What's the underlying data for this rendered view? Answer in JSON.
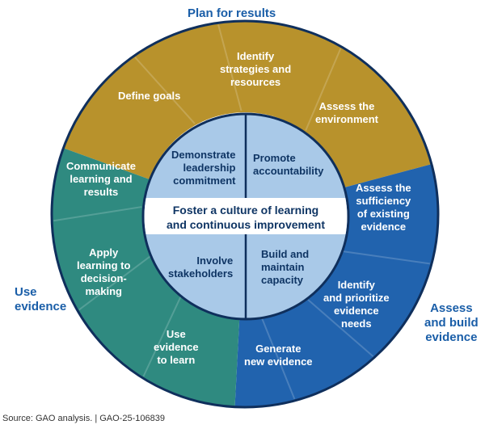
{
  "phases": {
    "plan": "Plan for results",
    "assess": "Assess\nand build\nevidence",
    "use": "Use\nevidence"
  },
  "outer_steps": {
    "define_goals": "Define goals",
    "identify_strategies": "Identify\nstrategies and\nresources",
    "assess_environment": "Assess the\nenvironment",
    "assess_sufficiency": "Assess the\nsufficiency\nof existing\nevidence",
    "identify_prioritize": "Identify\nand prioritize\nevidence\nneeds",
    "generate_evidence": "Generate\nnew evidence",
    "use_evidence": "Use\nevidence\nto learn",
    "apply_learning": "Apply\nlearning to\ndecision-\nmaking",
    "communicate": "Communicate\nlearning and\nresults"
  },
  "inner": {
    "leadership": "Demonstrate\nleadership\ncommitment",
    "accountability": "Promote\naccountability",
    "center": "Foster a culture of learning\nand continuous improvement",
    "stakeholders": "Involve\nstakeholders",
    "capacity": "Build and\nmaintain\ncapacity"
  },
  "source": "Source: GAO analysis.  |  GAO-25-106839",
  "colors": {
    "gold": "#b8922c",
    "blue": "#2163ae",
    "teal": "#2f8a80",
    "inner": "#a9c9e8",
    "navy": "#0f2f5c"
  }
}
